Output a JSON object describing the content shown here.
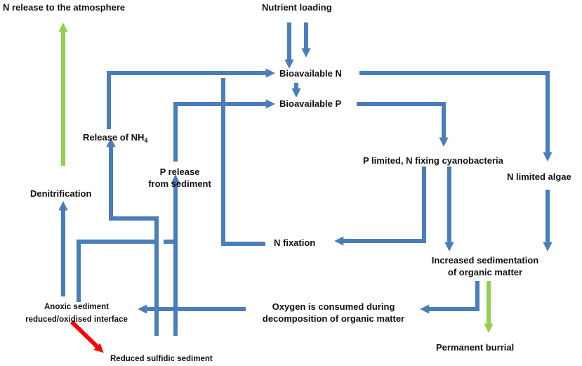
{
  "nodes": {
    "n_release": "N release to the atmosphere",
    "nutrient_loading": "Nutrient loading",
    "bioavailable_n": "Bioavailable N",
    "bioavailable_p": "Bioavailable P",
    "release_nh4": "Release of NH",
    "release_nh4_sub": "4",
    "p_release_line1": "P release",
    "p_release_line2": "from sediment",
    "p_limited": "P limited, N fixing cyanobacteria",
    "n_limited": "N limited algae",
    "denitrification": "Denitrification",
    "n_fixation": "N fixation",
    "increased_sed_line1": "Increased sedimentation",
    "increased_sed_line2": "of organic matter",
    "anoxic_line1": "Anoxic sediment",
    "anoxic_line2": "reduced/oxidised interface",
    "oxygen_line1": "Oxygen is consumed during",
    "oxygen_line2": "decomposition of organic matter",
    "permanent_burrial": "Permanent burrial",
    "reduced_sulfidic": "Reduced sulfidic sediment"
  },
  "colors": {
    "flow_arrow": "#4a7ebb",
    "atmosphere_arrow": "#92d050",
    "burial_arrow": "#92d050",
    "sulfidic_arrow": "#ff0000",
    "text": "#111111"
  }
}
